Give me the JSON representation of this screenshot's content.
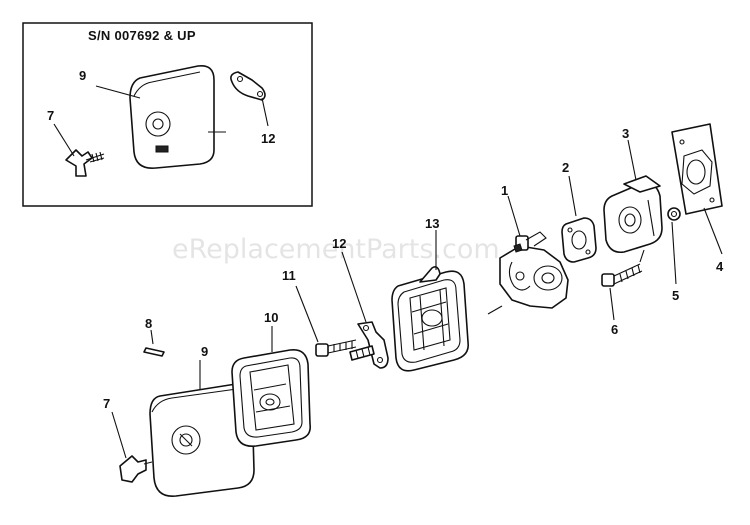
{
  "diagram": {
    "inset_header": "S/N 007692 & UP",
    "watermark": "eReplacementParts.com",
    "callouts": {
      "c1": "1",
      "c2": "2",
      "c3": "3",
      "c4": "4",
      "c5": "5",
      "c6": "6",
      "c7": "7",
      "c8": "8",
      "c9": "9",
      "c10": "10",
      "c11": "11",
      "c12": "12",
      "c13": "13",
      "inset_c7": "7",
      "inset_c9": "9",
      "inset_c12": "12"
    }
  }
}
